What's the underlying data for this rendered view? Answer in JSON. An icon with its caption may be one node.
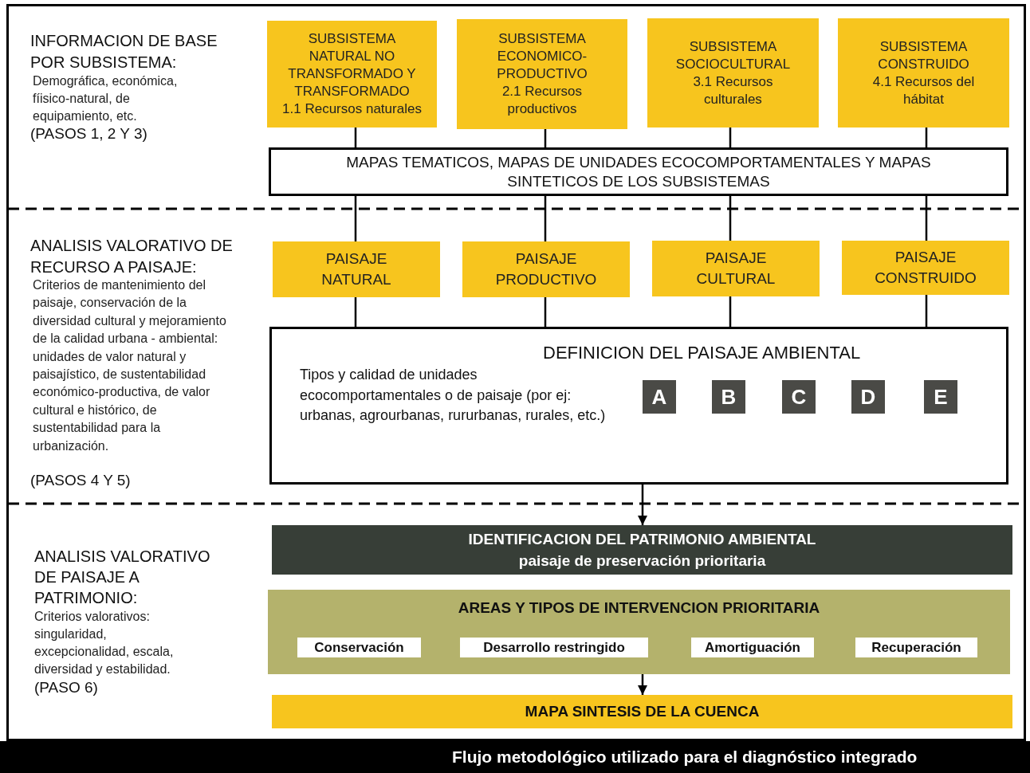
{
  "diagram": {
    "caption": "Flujo metodológico utilizado para el diagnóstico integrado",
    "nodes": [
      {
        "text": [
          "SUBSISTEMA NATURAL NO TRANSFORMADO Y TRANSFORMADO",
          "1.1 Recursos naturales"
        ]
      },
      {
        "text": [
          "SUBSISTEMA ECONOMICO-PRODUCTIVO",
          "2.1 Recursos productivos"
        ]
      },
      {
        "text": [
          "SUBSISTEMA SOCIOCULTURAL",
          "3.1 Recursos culturales"
        ]
      },
      {
        "text": [
          "SUBSISTEMA CONSTRUIDO",
          "4.1 Recursos del hábitat"
        ]
      },
      {
        "text": [
          "MAPAS TEMATICOS, MAPAS DE UNIDADES ECOCOMPORTAMENTALES Y MAPAS SINTETICOS DE LOS SUBSISTEMAS"
        ]
      },
      {
        "text": [
          "PAISAJE NATURAL"
        ]
      },
      {
        "text": [
          "PAISAJE PRODUCTIVO"
        ]
      },
      {
        "text": [
          "PAISAJE CULTURAL"
        ]
      },
      {
        "text": [
          "PAISAJE CONSTRUIDO"
        ]
      },
      {
        "text": [
          "DEFINICION DEL PAISAJE AMBIENTAL",
          "Tipos y calidad de unidades ecocomportamentales o de paisaje (por ej: urbanas, agrourbanas, rururbanas, rurales, etc.)"
        ]
      },
      {
        "text": [
          "A"
        ],
        "in": 9
      },
      {
        "text": [
          "B"
        ],
        "in": 9
      },
      {
        "text": [
          "C"
        ],
        "in": 9
      },
      {
        "text": [
          "D"
        ],
        "in": 9
      },
      {
        "text": [
          "E"
        ],
        "in": 9
      },
      {
        "text": [
          "IDENTIFICACION DEL PATRIMONIO AMBIENTAL",
          "paisaje de preservación prioritaria"
        ]
      },
      {
        "text": [
          "AREAS Y TIPOS DE INTERVENCION PRIORITARIA"
        ]
      },
      {
        "text": [
          "Conservación"
        ],
        "in": 16
      },
      {
        "text": [
          "Desarrollo restringido"
        ],
        "in": 16
      },
      {
        "text": [
          "Amortiguación"
        ],
        "in": 16
      },
      {
        "text": [
          "Recuperación"
        ],
        "in": 16
      },
      {
        "text": [
          "MAPA SINTESIS DE LA CUENCA"
        ]
      }
    ],
    "edges": [
      {
        "from": 0,
        "to": 4,
        "arrow": "none"
      },
      {
        "from": 1,
        "to": 4,
        "arrow": "none"
      },
      {
        "from": 2,
        "to": 4,
        "arrow": "none"
      },
      {
        "from": 3,
        "to": 4,
        "arrow": "none"
      },
      {
        "from": 4,
        "to": 5,
        "arrow": "none"
      },
      {
        "from": 4,
        "to": 6,
        "arrow": "none"
      },
      {
        "from": 4,
        "to": 7,
        "arrow": "none"
      },
      {
        "from": 4,
        "to": 8,
        "arrow": "none"
      },
      {
        "from": 5,
        "to": 9,
        "arrow": "none"
      },
      {
        "from": 6,
        "to": 9,
        "arrow": "none"
      },
      {
        "from": 7,
        "to": 9,
        "arrow": "none"
      },
      {
        "from": 8,
        "to": 9,
        "arrow": "none"
      },
      {
        "from": 9,
        "to": 15,
        "arrow": "to"
      },
      {
        "from": 16,
        "to": 21,
        "arrow": "to"
      }
    ],
    "labels": [
      "INFORMACION DE BASE POR SUBSISTEMA:",
      "Demográfica, económica, fíisico-natural, de equipamiento, etc.",
      "(PASOS 1, 2 Y 3)",
      "ANALISIS VALORATIVO DE RECURSO A PAISAJE:",
      "Criterios de mantenimiento del paisaje, conservación de la diversidad cultural y mejoramiento de la calidad urbana - ambiental: unidades de valor natural y paisajístico, de sustentabilidad económico-productiva, de valor cultural e histórico, de sustentabilidad para la urbanización.",
      "(PASOS 4 Y 5)",
      "ANALISIS VALORATIVO DE PAISAJE A PATRIMONIO:",
      "Criterios valorativos: singularidad, excepcionalidad, escala, diversidad y estabilidad.",
      "(PASO 6)"
    ]
  }
}
